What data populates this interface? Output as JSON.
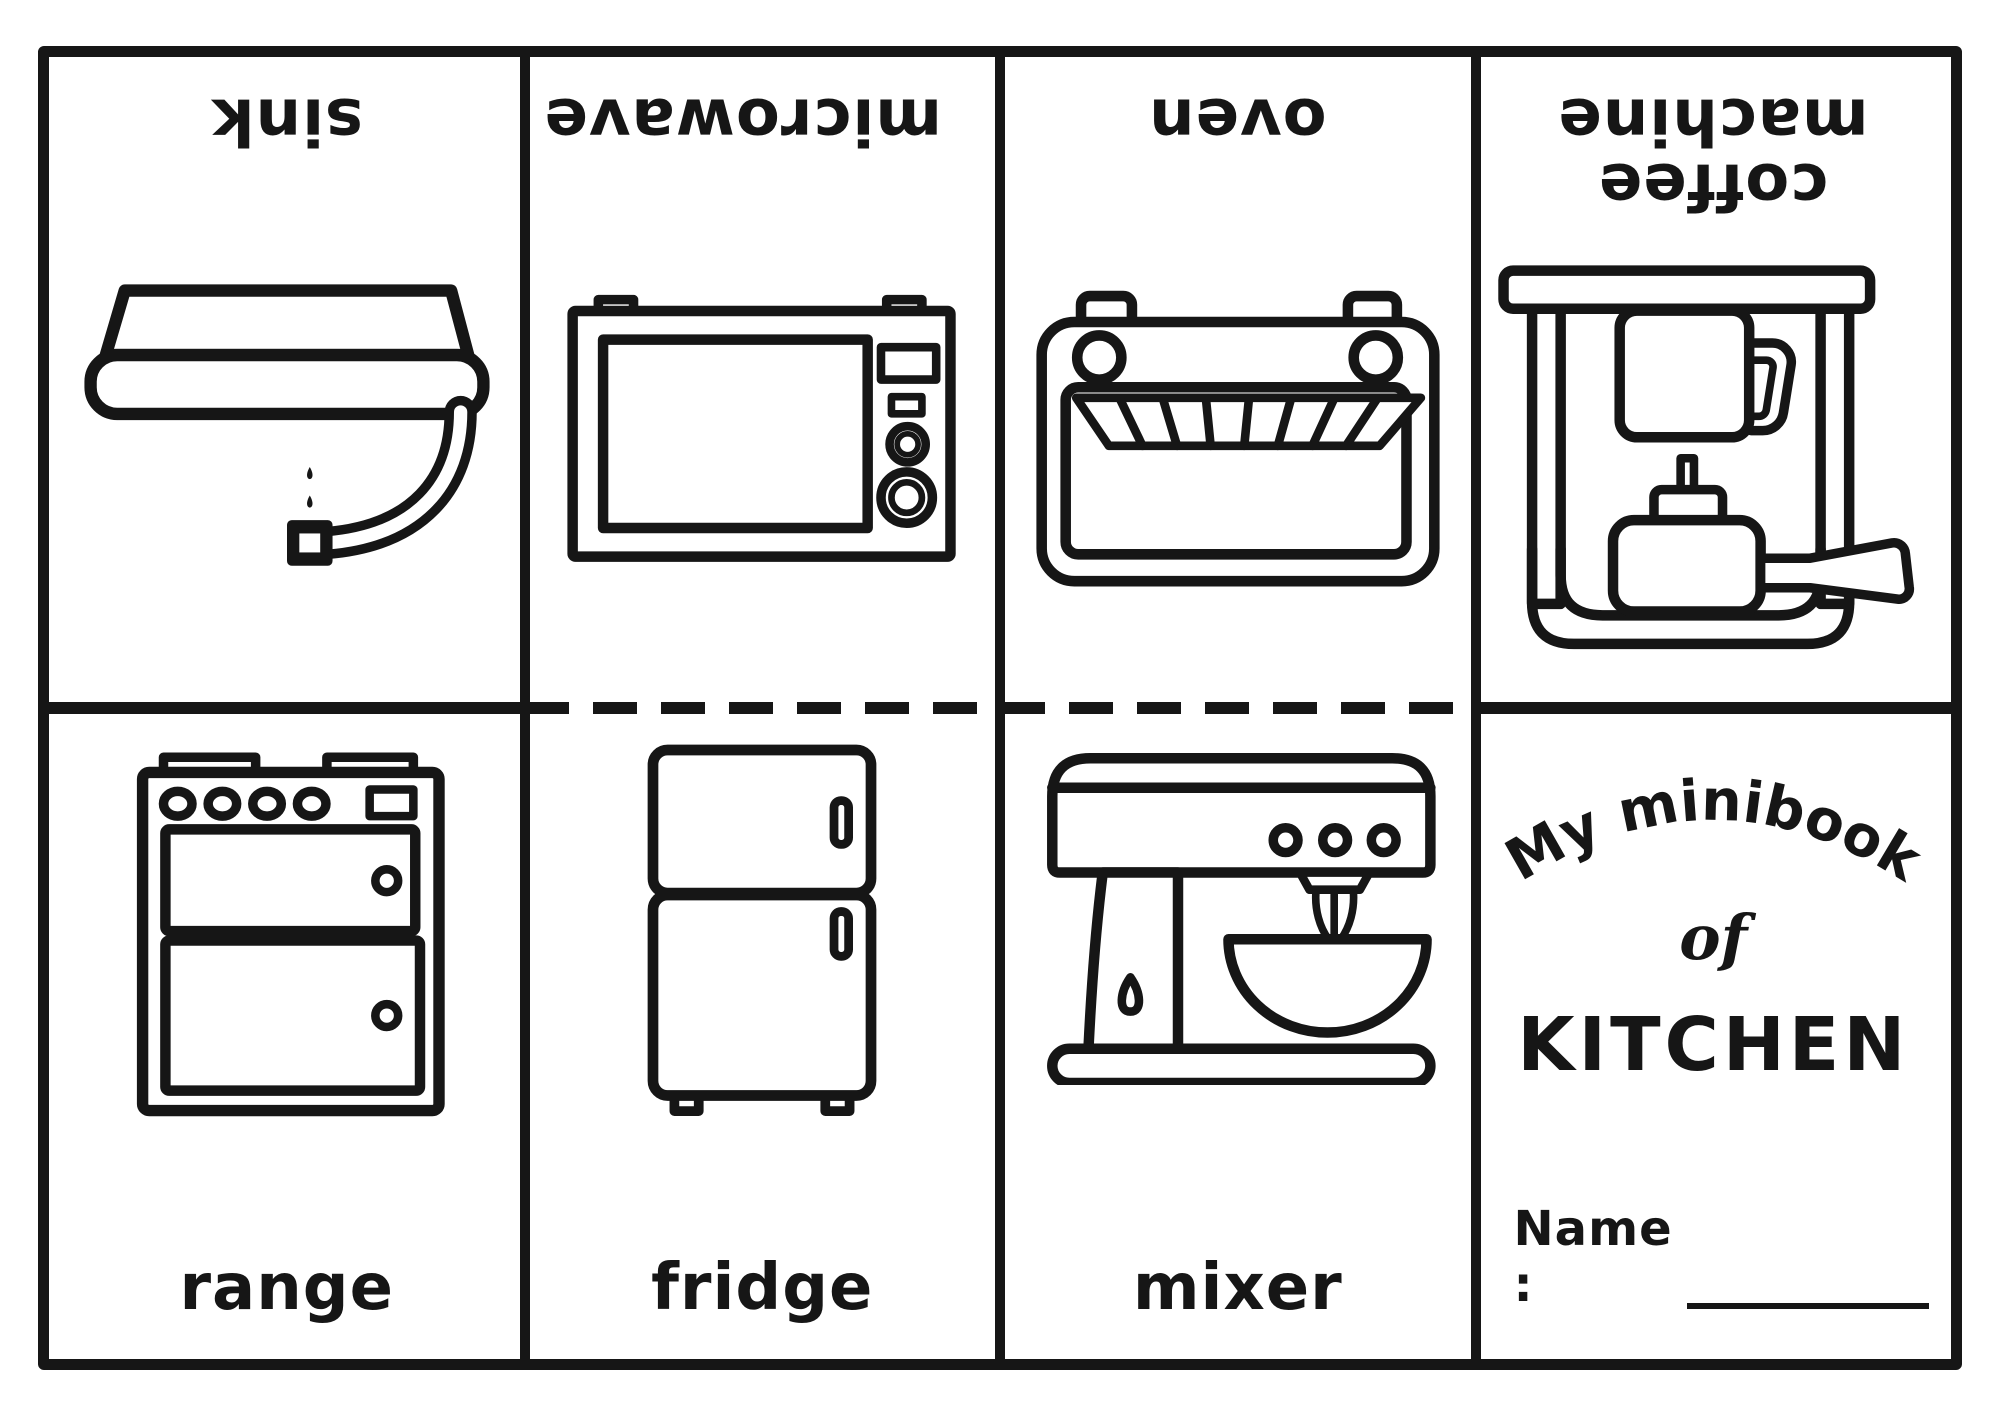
{
  "page": {
    "type": "printable kitchen minibook worksheet",
    "paper_color": "#ffffff",
    "ink_color": "#161616"
  },
  "top_row": [
    {
      "label": "sink",
      "icon": "sink-icon"
    },
    {
      "label": "microwave",
      "icon": "microwave-icon"
    },
    {
      "label": "oven",
      "icon": "oven-icon"
    },
    {
      "label": "coffee machine",
      "icon": "coffee-machine-icon"
    }
  ],
  "bottom_row": [
    {
      "label": "range",
      "icon": "range-icon"
    },
    {
      "label": "fridge",
      "icon": "fridge-icon"
    },
    {
      "label": "mixer",
      "icon": "mixer-icon"
    }
  ],
  "cover": {
    "title_arc": "My minibook",
    "title_mid": "of",
    "title_main": "KITCHEN",
    "name_label": "Name :"
  }
}
